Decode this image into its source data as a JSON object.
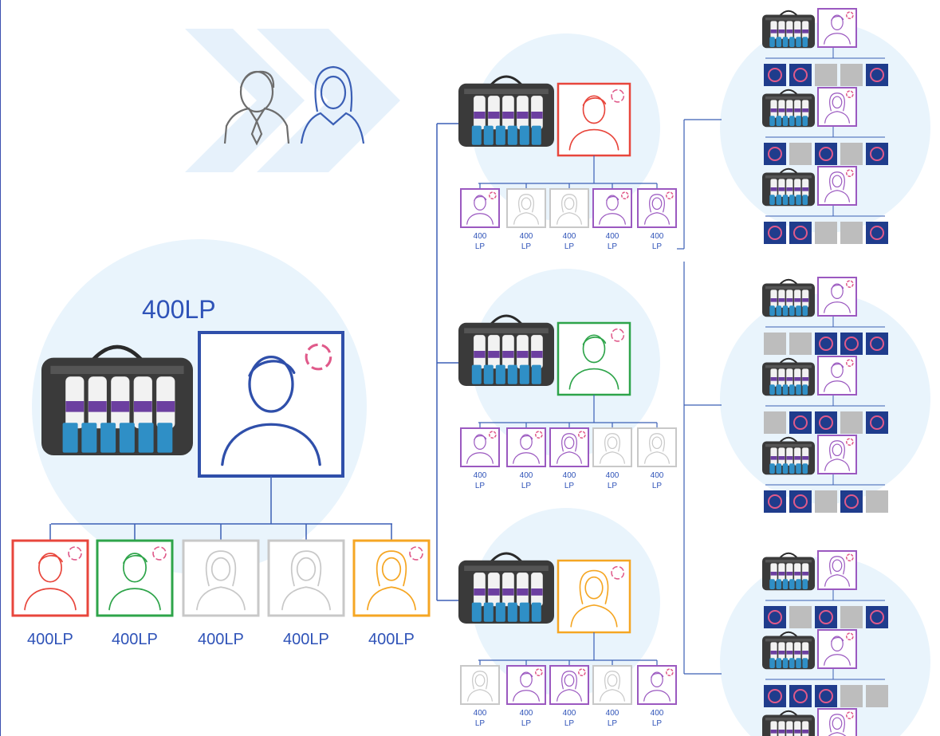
{
  "root": {
    "label": "400LP",
    "frame_color": "#2f4faa",
    "children": [
      {
        "label": "400LP",
        "color": "#e8463c",
        "figure": "male",
        "active": true
      },
      {
        "label": "400LP",
        "color": "#2ea44a",
        "figure": "male",
        "active": true
      },
      {
        "label": "400LP",
        "color": "#c8c8c8",
        "figure": "female",
        "active": false
      },
      {
        "label": "400LP",
        "color": "#c8c8c8",
        "figure": "female",
        "active": false
      },
      {
        "label": "400LP",
        "color": "#f5a623",
        "figure": "female",
        "active": true
      }
    ]
  },
  "level2": [
    {
      "color": "#e8463c",
      "figure": "male",
      "children": [
        {
          "label_top": "400",
          "label_bottom": "LP",
          "color": "#9b59c0",
          "figure": "male",
          "active": true
        },
        {
          "label_top": "400",
          "label_bottom": "LP",
          "color": "#c8c8c8",
          "figure": "female",
          "active": false
        },
        {
          "label_top": "400",
          "label_bottom": "LP",
          "color": "#c8c8c8",
          "figure": "female",
          "active": false
        },
        {
          "label_top": "400",
          "label_bottom": "LP",
          "color": "#9b59c0",
          "figure": "male",
          "active": true
        },
        {
          "label_top": "400",
          "label_bottom": "LP",
          "color": "#9b59c0",
          "figure": "female",
          "active": true
        }
      ]
    },
    {
      "color": "#2ea44a",
      "figure": "male",
      "children": [
        {
          "label_top": "400",
          "label_bottom": "LP",
          "color": "#9b59c0",
          "figure": "male",
          "active": true
        },
        {
          "label_top": "400",
          "label_bottom": "LP",
          "color": "#9b59c0",
          "figure": "male",
          "active": true
        },
        {
          "label_top": "400",
          "label_bottom": "LP",
          "color": "#9b59c0",
          "figure": "female",
          "active": true
        },
        {
          "label_top": "400",
          "label_bottom": "LP",
          "color": "#c8c8c8",
          "figure": "female",
          "active": false
        },
        {
          "label_top": "400",
          "label_bottom": "LP",
          "color": "#c8c8c8",
          "figure": "female",
          "active": false
        }
      ]
    },
    {
      "color": "#f5a623",
      "figure": "female",
      "children": [
        {
          "label_top": "400",
          "label_bottom": "LP",
          "color": "#c8c8c8",
          "figure": "female",
          "active": false
        },
        {
          "label_top": "400",
          "label_bottom": "LP",
          "color": "#9b59c0",
          "figure": "male",
          "active": true
        },
        {
          "label_top": "400",
          "label_bottom": "LP",
          "color": "#9b59c0",
          "figure": "female",
          "active": true
        },
        {
          "label_top": "400",
          "label_bottom": "LP",
          "color": "#c8c8c8",
          "figure": "female",
          "active": false
        },
        {
          "label_top": "400",
          "label_bottom": "LP",
          "color": "#9b59c0",
          "figure": "male",
          "active": true
        }
      ]
    }
  ],
  "level3_groups": [
    [
      {
        "figure": "male",
        "squares": [
          "blue",
          "blue",
          "gray",
          "gray",
          "blue"
        ]
      },
      {
        "figure": "female",
        "squares": [
          "blue",
          "gray",
          "blue",
          "gray",
          "blue"
        ]
      },
      {
        "figure": "female",
        "squares": [
          "blue",
          "blue",
          "gray",
          "gray",
          "blue"
        ]
      }
    ],
    [
      {
        "figure": "male",
        "squares": [
          "gray",
          "gray",
          "blue",
          "blue",
          "blue"
        ]
      },
      {
        "figure": "male",
        "squares": [
          "gray",
          "blue",
          "blue",
          "gray",
          "blue"
        ]
      },
      {
        "figure": "female",
        "squares": [
          "blue",
          "blue",
          "gray",
          "blue",
          "gray"
        ]
      }
    ],
    [
      {
        "figure": "female",
        "squares": [
          "blue",
          "gray",
          "blue",
          "gray",
          "blue"
        ]
      },
      {
        "figure": "male",
        "squares": [
          "blue",
          "blue",
          "blue",
          "gray",
          "gray"
        ]
      },
      {
        "figure": "female",
        "squares": []
      }
    ]
  ],
  "colors": {
    "line": "#3b5fb5",
    "circle_bg": "#e9f4fc",
    "square_blue": "#1f3c8c",
    "square_gray": "#bdbdbd",
    "ring": "#e05a8a",
    "level3_frame": "#9b59c0",
    "chevron": "#e6f1fb",
    "people_icon": "#6d6d6d",
    "people_icon_female": "#3b5fb5"
  }
}
